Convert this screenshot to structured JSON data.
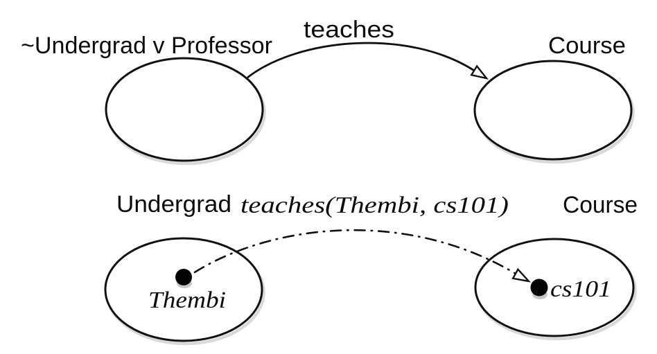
{
  "diagram_title": "teaches relation: class level and instance level",
  "colors": {
    "ink": "#111111",
    "paper": "#ffffff",
    "shadow": "rgba(0,0,0,0.15)"
  },
  "top_diagram": {
    "class_left_label": "~Undergrad v Professor",
    "relation_label": "teaches",
    "class_right_label": "Course"
  },
  "bottom_diagram": {
    "class_left_label": "Undergrad",
    "relation_label": "teaches(Thembi, cs101)",
    "class_right_label": "Course",
    "instance_left_label": "Thembi",
    "instance_right_label": "cs101"
  },
  "icons": {
    "arrowhead_top": "open-triangle-arrowhead",
    "arrowhead_bottom": "open-triangle-arrowhead"
  }
}
